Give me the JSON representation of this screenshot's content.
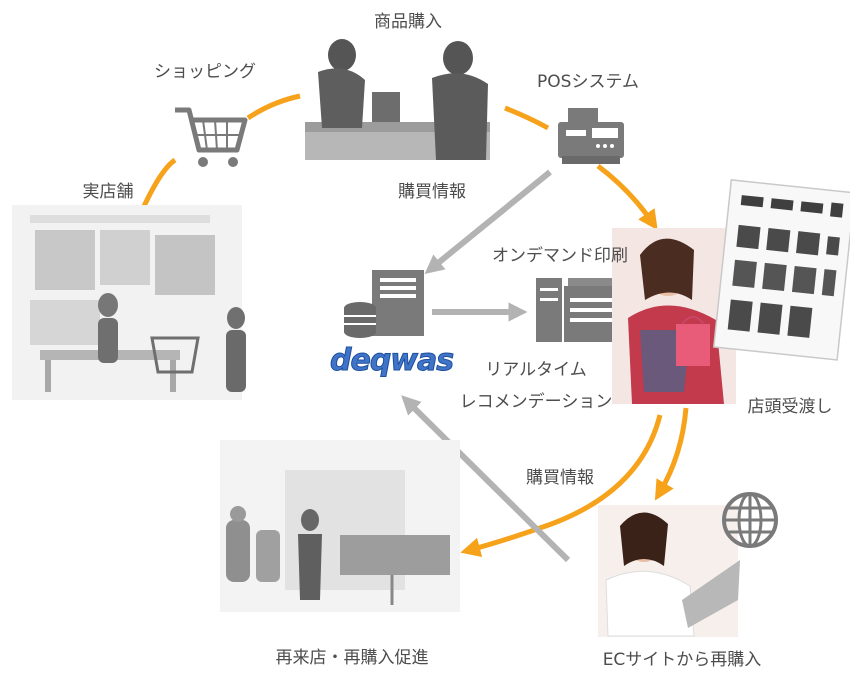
{
  "labels": {
    "purchase": "商品購入",
    "shopping": "ショッピング",
    "pos": "POSシステム",
    "store": "実店舗",
    "purchase_info_top": "購買情報",
    "on_demand_print": "オンデマンド印刷",
    "realtime_line1": "リアルタイム",
    "realtime_line2": "レコメンデーション",
    "pickup": "店頭受渡し",
    "purchase_info_mid": "購買情報",
    "revisit": "再来店・再購入促進",
    "ec_repurchase": "ECサイトから再購入"
  },
  "logo": {
    "text": "deqwas"
  },
  "colors": {
    "orange_arrow": "#f7a21b",
    "gray_arrow": "#b3b3b3",
    "logo_blue": "#3f74c9",
    "icon_gray": "#7a7a7a"
  },
  "icons": {
    "cart": "shopping-cart-icon",
    "register": "pos-register-icon",
    "server": "server-database-icon",
    "printer": "printer-icon",
    "globe": "globe-icon"
  }
}
